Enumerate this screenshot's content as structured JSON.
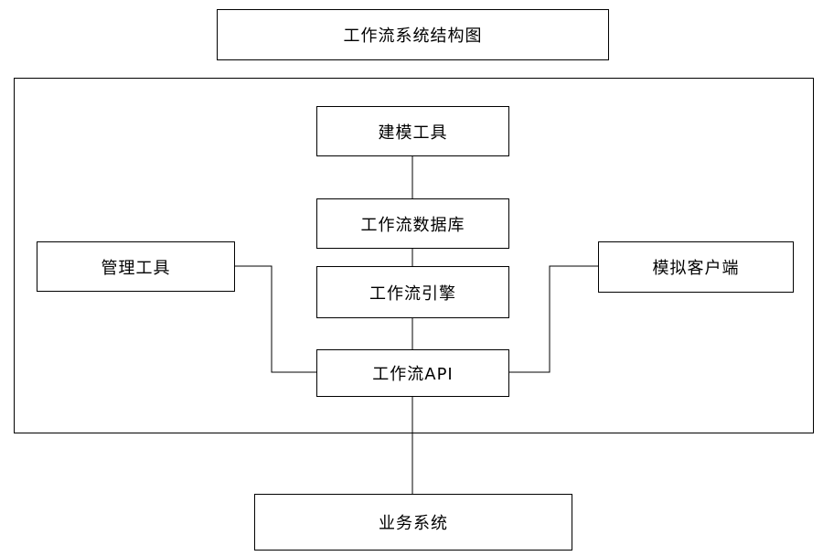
{
  "diagram": {
    "title": "工作流系统结构图",
    "nodes": {
      "modeling_tool": "建模工具",
      "workflow_database": "工作流数据库",
      "management_tool": "管理工具",
      "workflow_engine": "工作流引擎",
      "simulation_client": "模拟客户端",
      "workflow_api": "工作流API",
      "business_system": "业务系统"
    },
    "edges": [
      [
        "modeling_tool",
        "workflow_database"
      ],
      [
        "workflow_database",
        "workflow_engine"
      ],
      [
        "workflow_engine",
        "workflow_api"
      ],
      [
        "management_tool",
        "workflow_api"
      ],
      [
        "simulation_client",
        "workflow_api"
      ],
      [
        "workflow_api",
        "business_system"
      ]
    ]
  }
}
